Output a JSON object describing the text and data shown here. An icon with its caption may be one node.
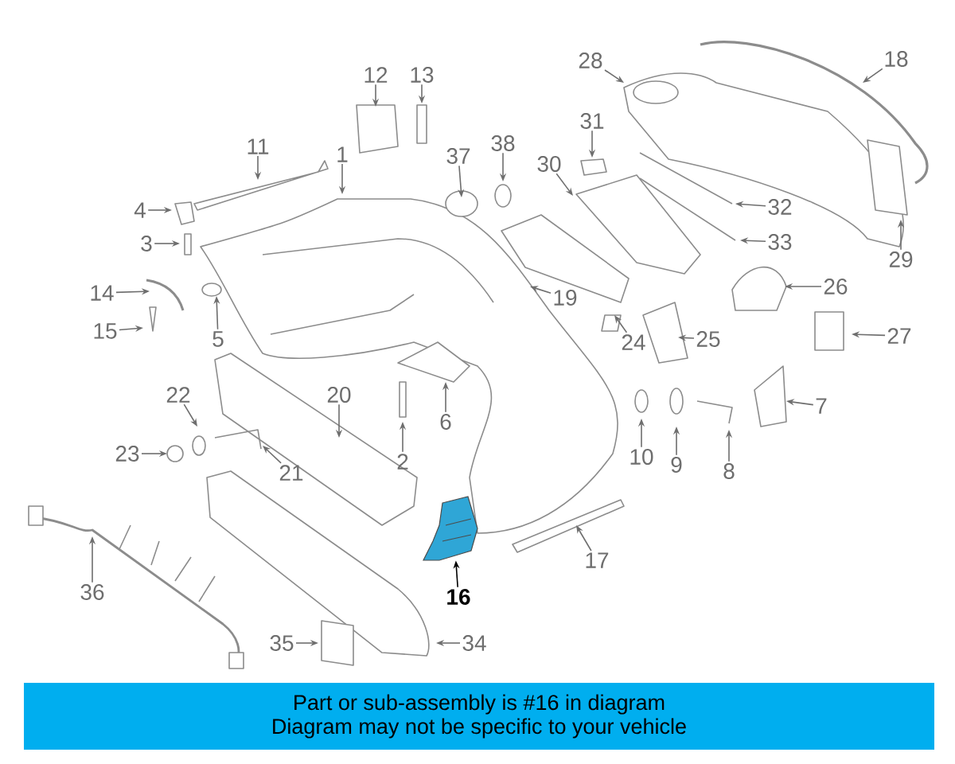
{
  "diagram": {
    "nodes": [
      {
        "text": [
          "1"
        ]
      },
      {
        "text": [
          "2"
        ]
      },
      {
        "text": [
          "3"
        ]
      },
      {
        "text": [
          "4"
        ]
      },
      {
        "text": [
          "5"
        ]
      },
      {
        "text": [
          "6"
        ]
      },
      {
        "text": [
          "7"
        ]
      },
      {
        "text": [
          "8"
        ]
      },
      {
        "text": [
          "9"
        ]
      },
      {
        "text": [
          "10"
        ]
      },
      {
        "text": [
          "11"
        ]
      },
      {
        "text": [
          "12"
        ]
      },
      {
        "text": [
          "13"
        ]
      },
      {
        "text": [
          "14"
        ]
      },
      {
        "text": [
          "15"
        ]
      },
      {
        "text": [
          "16"
        ]
      },
      {
        "text": [
          "17"
        ]
      },
      {
        "text": [
          "18"
        ]
      },
      {
        "text": [
          "19"
        ]
      },
      {
        "text": [
          "20"
        ]
      },
      {
        "text": [
          "21"
        ]
      },
      {
        "text": [
          "22"
        ]
      },
      {
        "text": [
          "23"
        ]
      },
      {
        "text": [
          "24"
        ]
      },
      {
        "text": [
          "25"
        ]
      },
      {
        "text": [
          "26"
        ]
      },
      {
        "text": [
          "27"
        ]
      },
      {
        "text": [
          "28"
        ]
      },
      {
        "text": [
          "29"
        ]
      },
      {
        "text": [
          "30"
        ]
      },
      {
        "text": [
          "31"
        ]
      },
      {
        "text": [
          "32"
        ]
      },
      {
        "text": [
          "33"
        ]
      },
      {
        "text": [
          "34"
        ]
      },
      {
        "text": [
          "35"
        ]
      },
      {
        "text": [
          "36"
        ]
      },
      {
        "text": [
          "37"
        ]
      },
      {
        "text": [
          "38"
        ]
      },
      {
        "text": [],
        "shape": "picture"
      },
      {
        "text": [
          "Part or sub-assembly is #16 in diagram",
          "Diagram may not be specific to your vehicle"
        ]
      }
    ],
    "edges": [
      {
        "from": 0,
        "to": null,
        "arrow": "to"
      },
      {
        "from": 1,
        "to": null,
        "arrow": "to"
      },
      {
        "from": 2,
        "to": null,
        "arrow": "to"
      },
      {
        "from": 3,
        "to": null,
        "arrow": "to"
      },
      {
        "from": 4,
        "to": null,
        "arrow": "to"
      },
      {
        "from": 5,
        "to": null,
        "arrow": "to"
      },
      {
        "from": 6,
        "to": null,
        "arrow": "to"
      },
      {
        "from": 7,
        "to": null,
        "arrow": "to"
      },
      {
        "from": 8,
        "to": null,
        "arrow": "to"
      },
      {
        "from": 9,
        "to": null,
        "arrow": "to"
      },
      {
        "from": 10,
        "to": null,
        "arrow": "to"
      },
      {
        "from": 11,
        "to": null,
        "arrow": "to"
      },
      {
        "from": 12,
        "to": null,
        "arrow": "to"
      },
      {
        "from": 13,
        "to": null,
        "arrow": "to"
      },
      {
        "from": 14,
        "to": null,
        "arrow": "to"
      },
      {
        "from": 15,
        "to": 38,
        "arrow": "to",
        "color": "#000000"
      },
      {
        "from": 16,
        "to": null,
        "arrow": "to"
      },
      {
        "from": 17,
        "to": null,
        "arrow": "to"
      },
      {
        "from": 18,
        "to": null,
        "arrow": "to"
      },
      {
        "from": 19,
        "to": null,
        "arrow": "to"
      },
      {
        "from": 20,
        "to": null,
        "arrow": "to"
      },
      {
        "from": 21,
        "to": null,
        "arrow": "to"
      },
      {
        "from": 22,
        "to": null,
        "arrow": "to"
      },
      {
        "from": 23,
        "to": null,
        "arrow": "to"
      },
      {
        "from": 24,
        "to": null,
        "arrow": "to"
      },
      {
        "from": 25,
        "to": null,
        "arrow": "to"
      },
      {
        "from": 26,
        "to": null,
        "arrow": "to"
      },
      {
        "from": 27,
        "to": null,
        "arrow": "to"
      },
      {
        "from": 28,
        "to": null,
        "arrow": "to"
      },
      {
        "from": 29,
        "to": null,
        "arrow": "to"
      },
      {
        "from": 30,
        "to": null,
        "arrow": "to"
      },
      {
        "from": 31,
        "to": null,
        "arrow": "to"
      },
      {
        "from": 32,
        "to": null,
        "arrow": "to"
      },
      {
        "from": 33,
        "to": null,
        "arrow": "to"
      },
      {
        "from": 34,
        "to": null,
        "arrow": "to"
      },
      {
        "from": 35,
        "to": null,
        "arrow": "to"
      },
      {
        "from": 36,
        "to": null,
        "arrow": "to"
      },
      {
        "from": 37,
        "to": null,
        "arrow": "to"
      }
    ]
  }
}
